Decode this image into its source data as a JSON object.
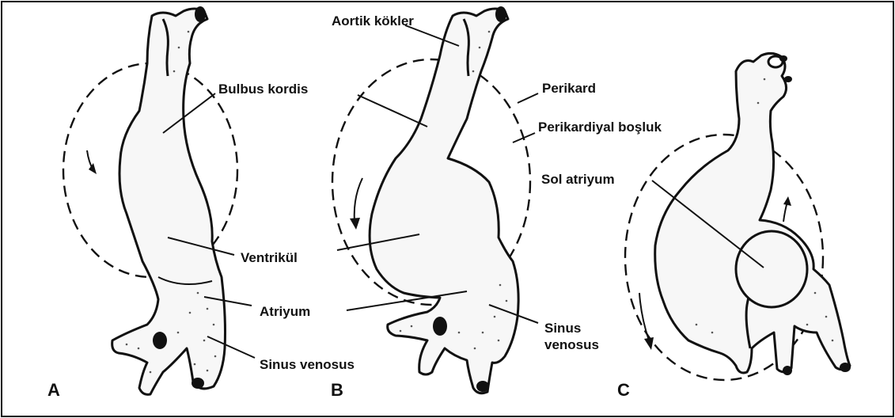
{
  "labels": {
    "aortik_kokler": "Aortik kökler",
    "bulbus_kordis": "Bulbus kordis",
    "perikard": "Perikard",
    "perikardiyal_bosluk": "Perikardiyal boşluk",
    "sol_atriyum": "Sol atriyum",
    "ventrikul": "Ventrikül",
    "atriyum": "Atriyum",
    "sinus_venosus_a": "Sinus venosus",
    "sinus_venosus_b_line1": "Sinus",
    "sinus_venosus_b_line2": "venosus"
  },
  "panels": [
    "A",
    "B",
    "C"
  ]
}
